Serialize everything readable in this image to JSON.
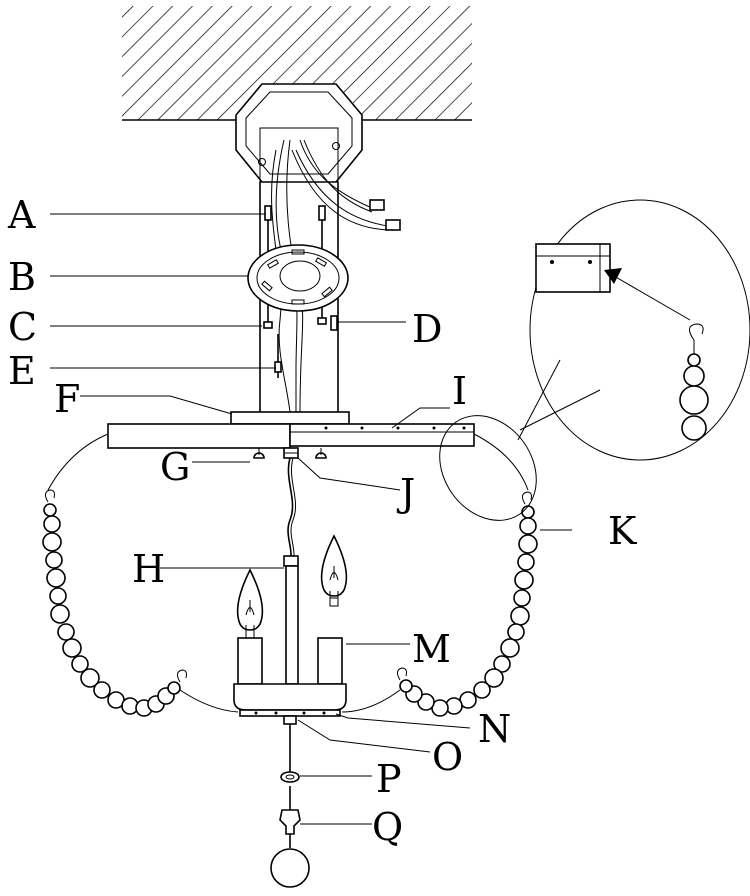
{
  "labels": {
    "A": "A",
    "B": "B",
    "C": "C",
    "D": "D",
    "E": "E",
    "F": "F",
    "G": "G",
    "H": "H",
    "I": "I",
    "J": "J",
    "K": "K",
    "M": "M",
    "N": "N",
    "O": "O",
    "P": "P",
    "Q": "Q"
  },
  "icons": {
    "ceiling": "ceiling-hatch-icon",
    "junction_box": "junction-box-icon",
    "mounting_plate": "mounting-plate-icon",
    "bulb": "candle-bulb-icon",
    "bead_chain": "bead-chain-icon",
    "finial": "ball-finial-icon"
  }
}
